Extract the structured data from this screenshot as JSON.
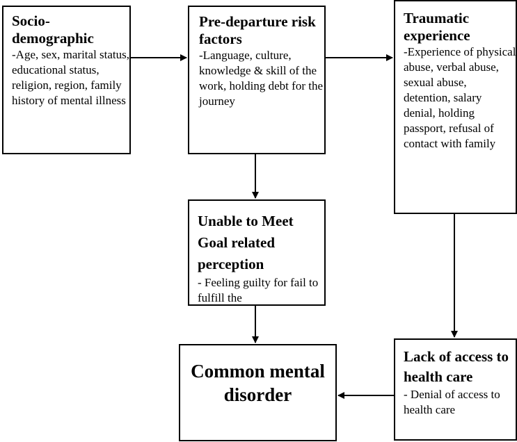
{
  "diagram": {
    "nodes": {
      "sociodemographic": {
        "title": "Socio-demographic",
        "text": "-Age, sex, marital status, educational status, religion, region, family history of mental illness"
      },
      "predeparture": {
        "title": "Pre-departure risk factors",
        "text": "-Language, culture, knowledge & skill of the work, holding debt for the journey"
      },
      "traumatic": {
        "title": "Traumatic experience",
        "text": "-Experience of physical abuse, verbal abuse, sexual abuse, detention, salary denial, holding passport, refusal of contact with family"
      },
      "unable_goal": {
        "title": "Unable to Meet Goal related perception",
        "text": "- Feeling guilty for fail to fulfill the"
      },
      "lack_access": {
        "title": "Lack of access to health care",
        "text": "- Denial of access to health care"
      },
      "common_disorder": {
        "title": "Common mental disorder"
      }
    },
    "edges": [
      {
        "from": "sociodemographic",
        "to": "predeparture"
      },
      {
        "from": "predeparture",
        "to": "traumatic"
      },
      {
        "from": "predeparture",
        "to": "unable_goal"
      },
      {
        "from": "traumatic",
        "to": "lack_access"
      },
      {
        "from": "unable_goal",
        "to": "common_disorder"
      },
      {
        "from": "lack_access",
        "to": "common_disorder"
      }
    ]
  }
}
